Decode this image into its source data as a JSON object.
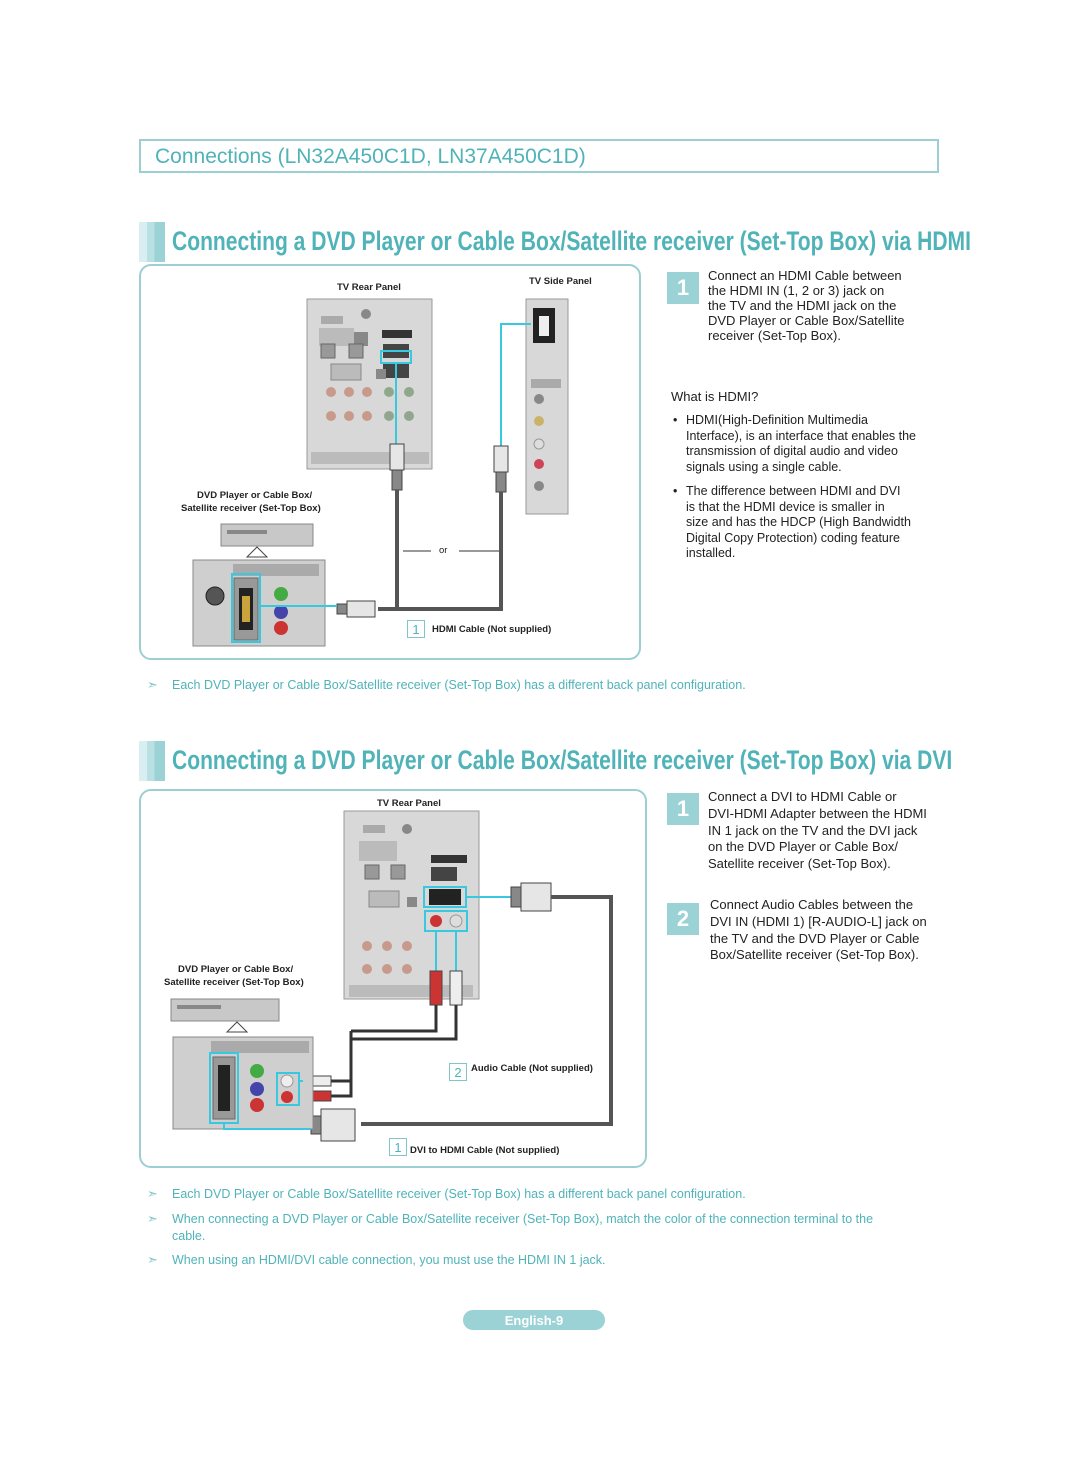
{
  "header": {
    "title": "Connections (LN32A450C1D, LN37A450C1D)"
  },
  "section1": {
    "title": "Connecting a DVD Player or Cable Box/Satellite receiver (Set-Top Box) via HDMI",
    "diagram": {
      "tv_rear_label": "TV Rear Panel",
      "tv_side_label": "TV Side Panel",
      "dvd_label_1": "DVD Player or Cable Box/",
      "dvd_label_2": "Satellite receiver (Set-Top Box)",
      "or_label": "or",
      "cable_num": "1",
      "cable_label": "HDMI Cable (Not supplied)"
    },
    "steps": [
      {
        "num": "1",
        "lines": [
          "Connect an HDMI Cable between",
          "the HDMI IN (1, 2 or 3) jack on",
          "the TV and the HDMI jack on the",
          "DVD Player or Cable Box/Satellite",
          "receiver (Set-Top Box)."
        ]
      }
    ],
    "what_is": "What is HDMI?",
    "bullets": [
      {
        "lines": [
          "HDMI(High-Definition Multimedia",
          "Interface), is an interface that enables the",
          "transmission of digital audio and video",
          "signals using a single cable."
        ]
      },
      {
        "lines": [
          "The difference between HDMI and DVI",
          "is that the HDMI device is smaller in",
          "size and has the HDCP (High Bandwidth",
          "Digital Copy Protection) coding feature",
          "installed."
        ]
      }
    ],
    "note": "Each DVD Player or Cable Box/Satellite receiver (Set-Top Box) has a different back panel configuration."
  },
  "section2": {
    "title": "Connecting a DVD Player or Cable Box/Satellite receiver (Set-Top Box) via DVI",
    "diagram": {
      "tv_rear_label": "TV Rear Panel",
      "dvd_label_1": "DVD Player or Cable Box/",
      "dvd_label_2": "Satellite receiver (Set-Top Box)",
      "audio_num": "2",
      "audio_label": "Audio Cable (Not supplied)",
      "dvi_num": "1",
      "dvi_label": "DVI to HDMI Cable (Not supplied)"
    },
    "steps": [
      {
        "num": "1",
        "lines": [
          "Connect a DVI to HDMI Cable or",
          "DVI-HDMI Adapter between the HDMI",
          "IN 1 jack on the TV and the DVI jack",
          "on the DVD Player or Cable Box/",
          "Satellite receiver (Set-Top Box)."
        ]
      },
      {
        "num": "2",
        "lines": [
          "Connect Audio Cables between the",
          "DVI IN (HDMI 1) [R-AUDIO-L] jack on",
          "the TV and the DVD Player or Cable",
          "Box/Satellite receiver (Set-Top Box)."
        ]
      }
    ],
    "notes": [
      "Each DVD Player or Cable Box/Satellite receiver (Set-Top Box) has a different back panel configuration.",
      "When connecting a DVD Player or Cable Box/Satellite receiver (Set-Top Box), match the color of the connection terminal to the",
      "cable.",
      "When using an HDMI/DVI cable connection, you must use the HDMI IN 1 jack."
    ]
  },
  "note_arrow": "➣",
  "bullet_char": "•",
  "footer": {
    "page": "English-9"
  },
  "colors": {
    "accent": "#4fb3b8",
    "accent_light": "#9ad2d6",
    "cable": "#555555",
    "highlight": "#38c8e0"
  }
}
